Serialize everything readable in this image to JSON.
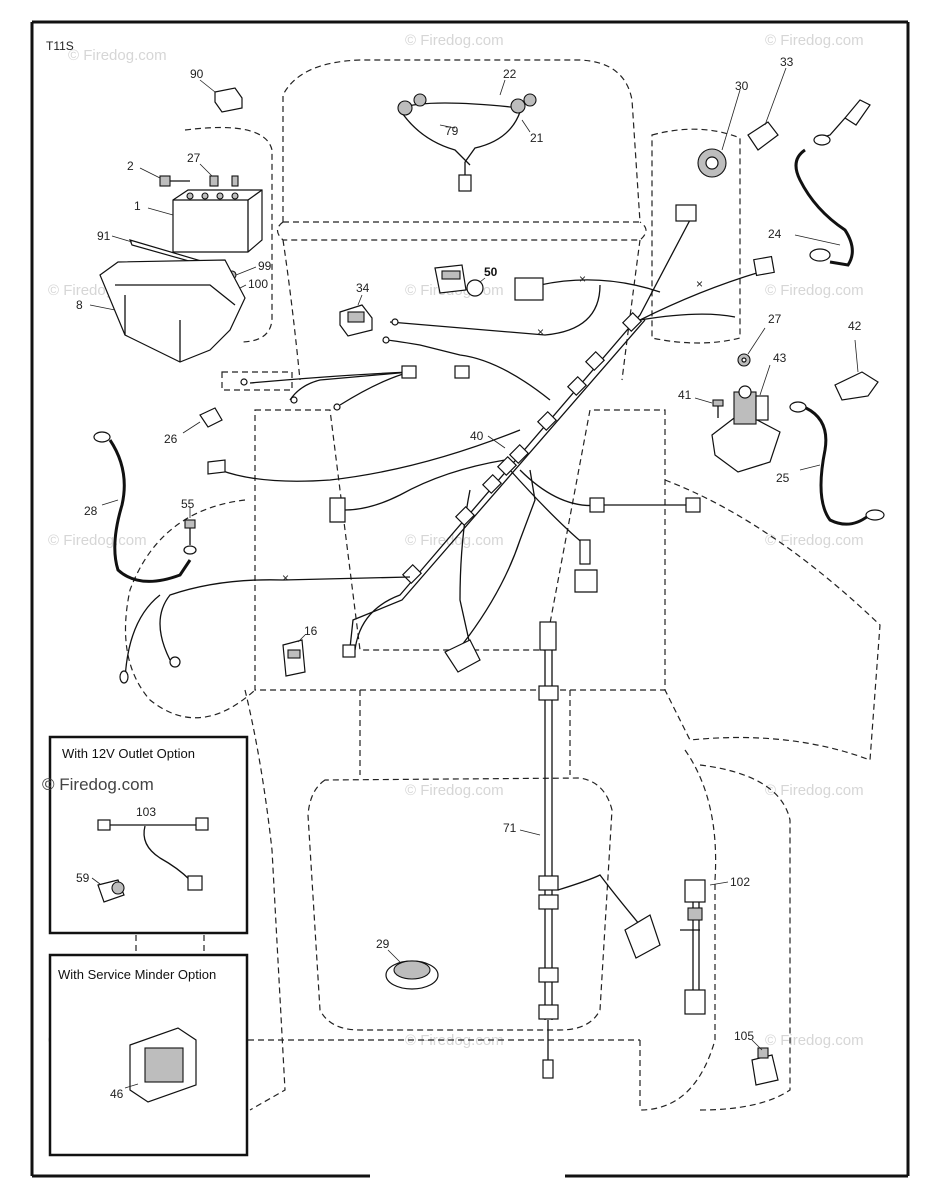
{
  "diagram_id": "T11S",
  "watermark": "© Firedog.com",
  "options": {
    "outlet": {
      "title": "With 12V Outlet Option",
      "parts": [
        "103",
        "59"
      ]
    },
    "service_minder": {
      "title": "With Service Minder Option",
      "parts": [
        "46"
      ]
    }
  },
  "callouts": {
    "p90": "90",
    "p22": "22",
    "p79": "79",
    "p21": "21",
    "p30": "30",
    "p33": "33",
    "p2": "2",
    "p27a": "27",
    "p1": "1",
    "p91": "91",
    "p99": "99",
    "p100": "100",
    "p8": "8",
    "p24": "24",
    "p34": "34",
    "p50": "50",
    "p27b": "27",
    "p42": "42",
    "p43": "43",
    "p41": "41",
    "p26": "26",
    "p40": "40",
    "p28": "28",
    "p55": "55",
    "p25": "25",
    "p16": "16",
    "p71": "71",
    "p102": "102",
    "p29": "29",
    "p105": "105",
    "p103": "103",
    "p59": "59",
    "p46": "46"
  }
}
